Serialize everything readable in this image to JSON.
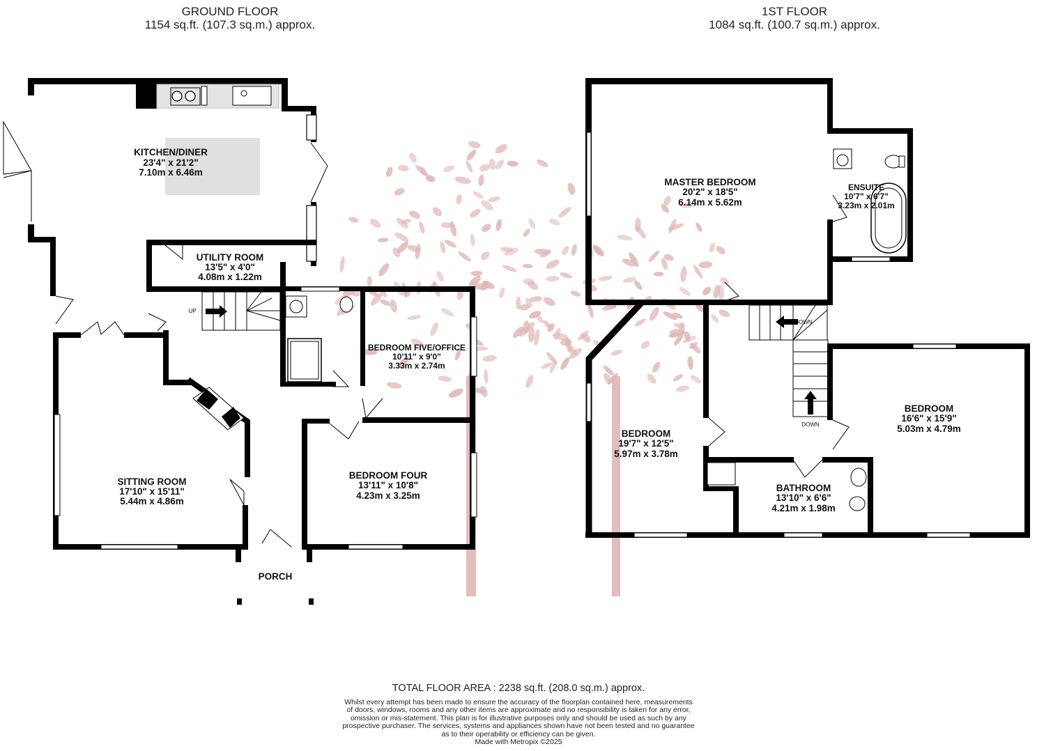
{
  "ground_floor": {
    "title": "GROUND FLOOR",
    "area": "1154 sq.ft. (107.3 sq.m.) approx.",
    "rooms": [
      {
        "name": "KITCHEN/DINER",
        "imperial": "23'4\"  x 21'2\"",
        "metric": "7.10m  x 6.46m"
      },
      {
        "name": "UTILITY ROOM",
        "imperial": "13'5\"  x 4'0\"",
        "metric": "4.08m  x 1.22m"
      },
      {
        "name": "BEDROOM FIVE/OFFICE",
        "imperial": "10'11\"  x 9'0\"",
        "metric": "3.33m  x 2.74m"
      },
      {
        "name": "SITTING ROOM",
        "imperial": "17'10\"  x 15'11\"",
        "metric": "5.44m  x 4.86m"
      },
      {
        "name": "BEDROOM FOUR",
        "imperial": "13'11\"  x 10'8\"",
        "metric": "4.23m  x 3.25m"
      }
    ],
    "porch_label": "PORCH",
    "stairs_label": "UP"
  },
  "first_floor": {
    "title": "1ST FLOOR",
    "area": "1084 sq.ft. (100.7 sq.m.) approx.",
    "rooms": [
      {
        "name": "MASTER BEDROOM",
        "imperial": "20'2\"  x 18'5\"",
        "metric": "6.14m  x 5.62m"
      },
      {
        "name": "ENSUITE",
        "imperial": "10'7\"  x 6'7\"",
        "metric": "3.23m  x 2.01m"
      },
      {
        "name": "BEDROOM",
        "imperial": "19'7\"  x 12'5\"",
        "metric": "5.97m  x 3.78m"
      },
      {
        "name": "BATHROOM",
        "imperial": "13'10\"  x 6'6\"",
        "metric": "4.21m  x 1.98m"
      },
      {
        "name": "BEDROOM",
        "imperial": "16'6\"  x 15'9\"",
        "metric": "5.03m  x 4.79m"
      }
    ],
    "stairs_labels": [
      "DOWN",
      "DOWN"
    ]
  },
  "footer": {
    "total": "TOTAL FLOOR AREA : 2238 sq.ft. (208.0 sq.m.) approx.",
    "disclaimer": [
      "Whilst every attempt has been made to ensure the accuracy of the floorplan contained here, measurements",
      "of doors, windows, rooms and any other items are approximate and no responsibility is taken for any error,",
      "omission or mis-statement. This plan is for illustrative purposes only and should be used as such by any",
      "prospective purchaser. The services, systems and appliances shown have not been tested and no guarantee",
      "as to their operability or efficiency can be given."
    ],
    "credit": "Made with Metropix ©2025"
  },
  "colors": {
    "wall": "#000000",
    "watermark": "#d9aaa8",
    "fixture": "#e6e6e6",
    "island": "#e0e0e0"
  }
}
